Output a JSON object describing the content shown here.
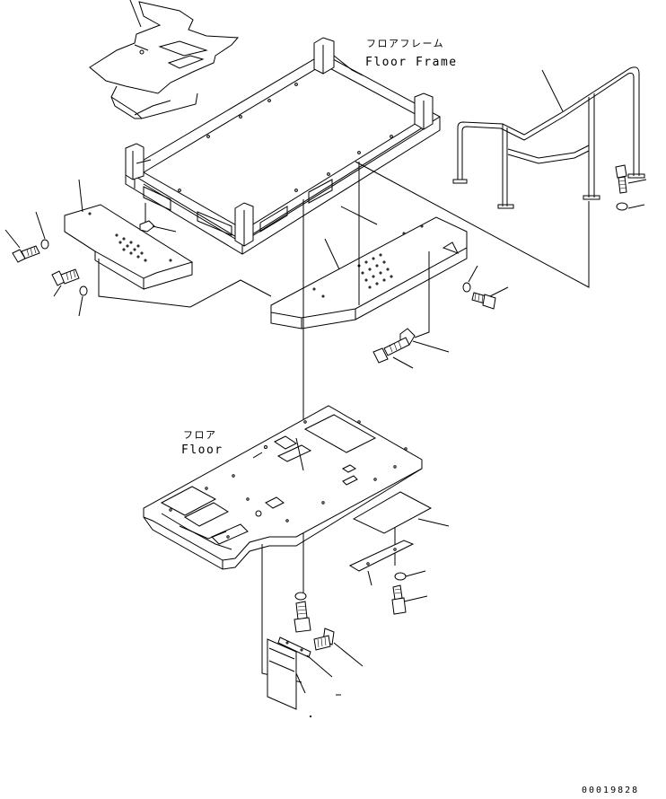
{
  "labels": {
    "floor_frame_jp": "フロアフレーム",
    "floor_frame_en": "Floor Frame",
    "floor_jp": "フロア",
    "floor_en": "Floor"
  },
  "drawing_code": "00019828",
  "colors": {
    "line": "#000000",
    "background": "#ffffff"
  }
}
